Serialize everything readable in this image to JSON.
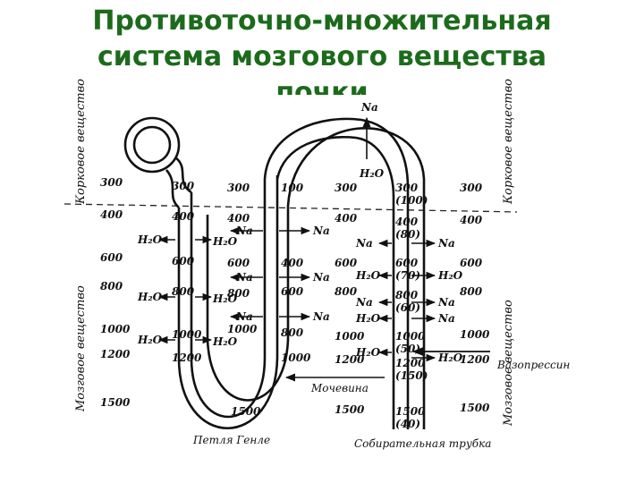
{
  "title": {
    "line1": "Противоточно-множительная",
    "line2": "система мозгового вещества",
    "line3": "почки"
  },
  "zones": {
    "cortex_left": "Корковое вещество",
    "medulla_left": "Мозговое вещество",
    "cortex_right": "Корковое вещество",
    "medulla_right": "Мозговое вещество"
  },
  "labels": {
    "loop": "Петля Генле",
    "duct": "Собирательная трубка",
    "vasopressin": "Вазопрессин",
    "urea": "Мочевина",
    "na": "Na",
    "water": "H₂O"
  },
  "values": {
    "left_scale": [
      "300",
      "400",
      "600",
      "800",
      "1000",
      "1200",
      "1500"
    ],
    "descending": [
      "300",
      "400",
      "600",
      "800",
      "1000",
      "1200"
    ],
    "desc_outer": [
      "300",
      "400",
      "600",
      "800",
      "1000"
    ],
    "ascending": [
      "100",
      "400",
      "600",
      "800",
      "1000"
    ],
    "ascending_outer": [
      "300",
      "400",
      "600",
      "800",
      "1000",
      "1200",
      "1500"
    ],
    "duct": [
      "300",
      "(100)",
      "400",
      "(80)",
      "600",
      "(70)",
      "800",
      "(60)",
      "1000",
      "(50)",
      "1200",
      "(150)",
      "1500",
      "(40)"
    ],
    "right_scale": [
      "300",
      "400",
      "600",
      "800",
      "1000",
      "1200",
      "1500"
    ],
    "loop_bottom": "1500"
  }
}
